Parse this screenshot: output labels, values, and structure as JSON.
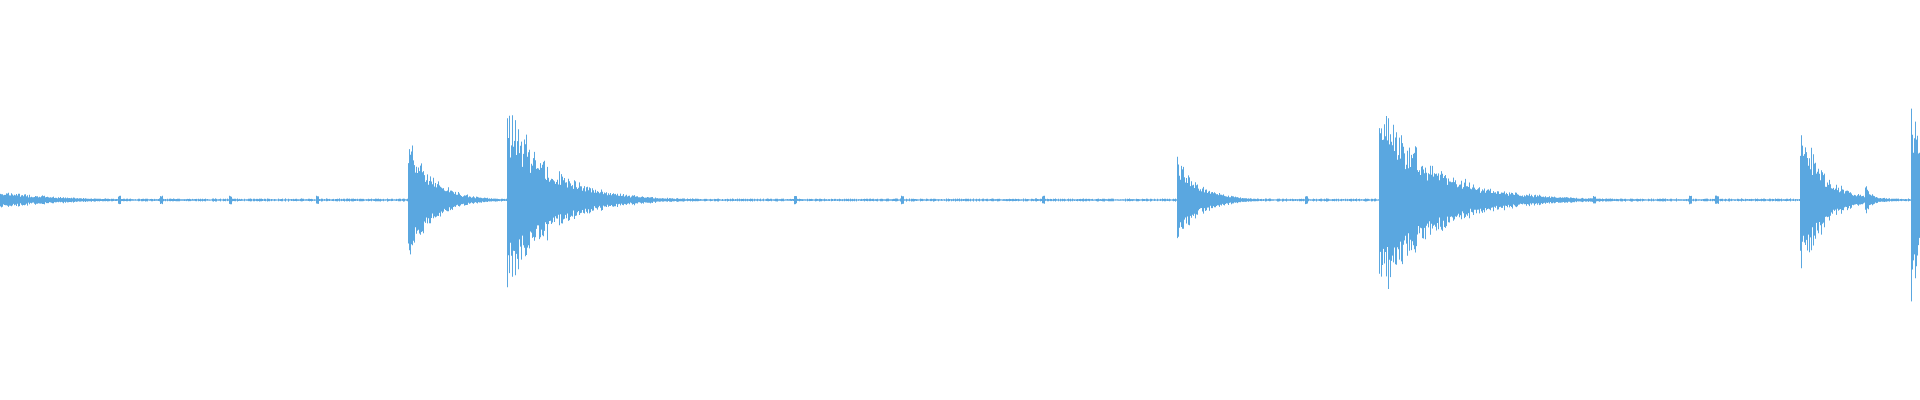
{
  "waveform": {
    "color": "#5aa7e0",
    "baseline_level": 0.01,
    "transients": [
      {
        "time": 0.0,
        "peak": 0.09,
        "decay": 0.03
      },
      {
        "time": 0.212,
        "peak": 0.72,
        "decay": 0.012
      },
      {
        "time": 0.264,
        "peak": 0.98,
        "decay": 0.022
      },
      {
        "time": 0.613,
        "peak": 0.44,
        "decay": 0.012
      },
      {
        "time": 0.718,
        "peak": 1.0,
        "decay": 0.028
      },
      {
        "time": 0.937,
        "peak": 0.84,
        "decay": 0.012
      },
      {
        "time": 0.971,
        "peak": 0.16,
        "decay": 0.004
      },
      {
        "time": 0.995,
        "peak": 1.0,
        "decay": 0.01
      }
    ],
    "minor_ticks": [
      0.062,
      0.084,
      0.12,
      0.165,
      0.305,
      0.414,
      0.47,
      0.543,
      0.68,
      0.83,
      0.88,
      0.894
    ]
  }
}
